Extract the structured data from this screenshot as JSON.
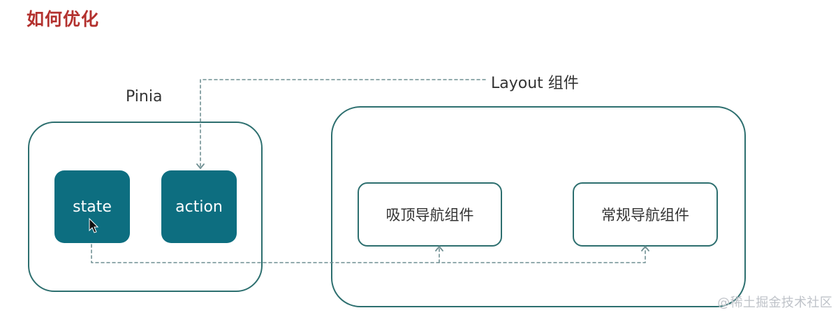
{
  "title": "如何优化",
  "labels": {
    "pinia": "Pinia",
    "layout": "Layout 组件"
  },
  "nodes": {
    "state": "state",
    "action": "action",
    "sticky_nav": "吸顶导航组件",
    "normal_nav": "常规导航组件"
  },
  "watermark": "@稀土掘金技术社区",
  "colors": {
    "title": "#b3312e",
    "teal_box": "#0d6e80",
    "border": "#2d6f6f",
    "connector": "#6f8f92"
  },
  "icons": {
    "cursor": "cursor-icon",
    "arrowhead": "arrowhead-icon"
  }
}
